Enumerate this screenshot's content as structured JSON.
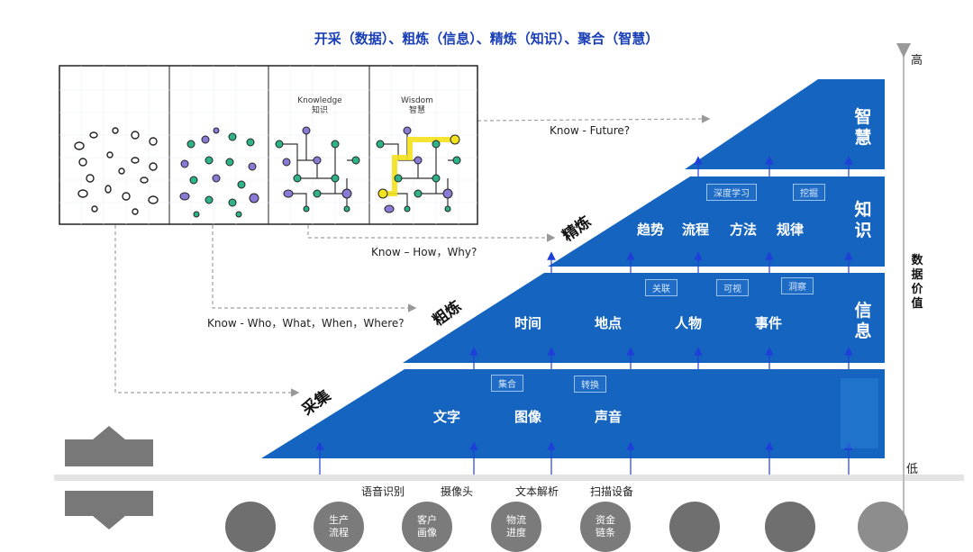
{
  "title": "开采（数据）、粗炼（信息）、精炼（知识）、聚合（智慧）",
  "axis": {
    "high": "高",
    "low": "低",
    "label": "数据价值"
  },
  "tiers": {
    "wisdom": {
      "label": "智慧"
    },
    "knowledge": {
      "label": "知识",
      "items": [
        "趋势",
        "流程",
        "方法",
        "规律"
      ],
      "tags": [
        "深度学习",
        "挖掘"
      ]
    },
    "information": {
      "label": "信息",
      "items": [
        "时间",
        "地点",
        "人物",
        "事件"
      ],
      "tags": [
        "关联",
        "可视",
        "洞察"
      ]
    },
    "data": {
      "label": "",
      "items": [
        "文字",
        "图像",
        "声音"
      ],
      "tags": [
        "集合",
        "转换"
      ]
    }
  },
  "stages": {
    "collect": "采集",
    "rough": "粗炼",
    "refine": "精炼"
  },
  "questions": {
    "future": "Know - Future?",
    "how": "Know – How，Why?",
    "who": "Know - Who，What，When，Where?"
  },
  "panels": [
    {
      "caption": ""
    },
    {
      "caption": ""
    },
    {
      "caption_en": "Knowledge",
      "caption_cn": "知识"
    },
    {
      "caption_en": "Wisdom",
      "caption_cn": "智慧"
    }
  ],
  "sources": [
    "语音识别",
    "摄像头",
    "文本解析",
    "扫描设备"
  ],
  "circles": [
    "生产\n流程",
    "客户\n画像",
    "物流\n进度",
    "资金\n链条"
  ],
  "colors": {
    "blue": "#1565c0",
    "title": "#1a3fb6",
    "arrow": "#1e3fd8"
  }
}
